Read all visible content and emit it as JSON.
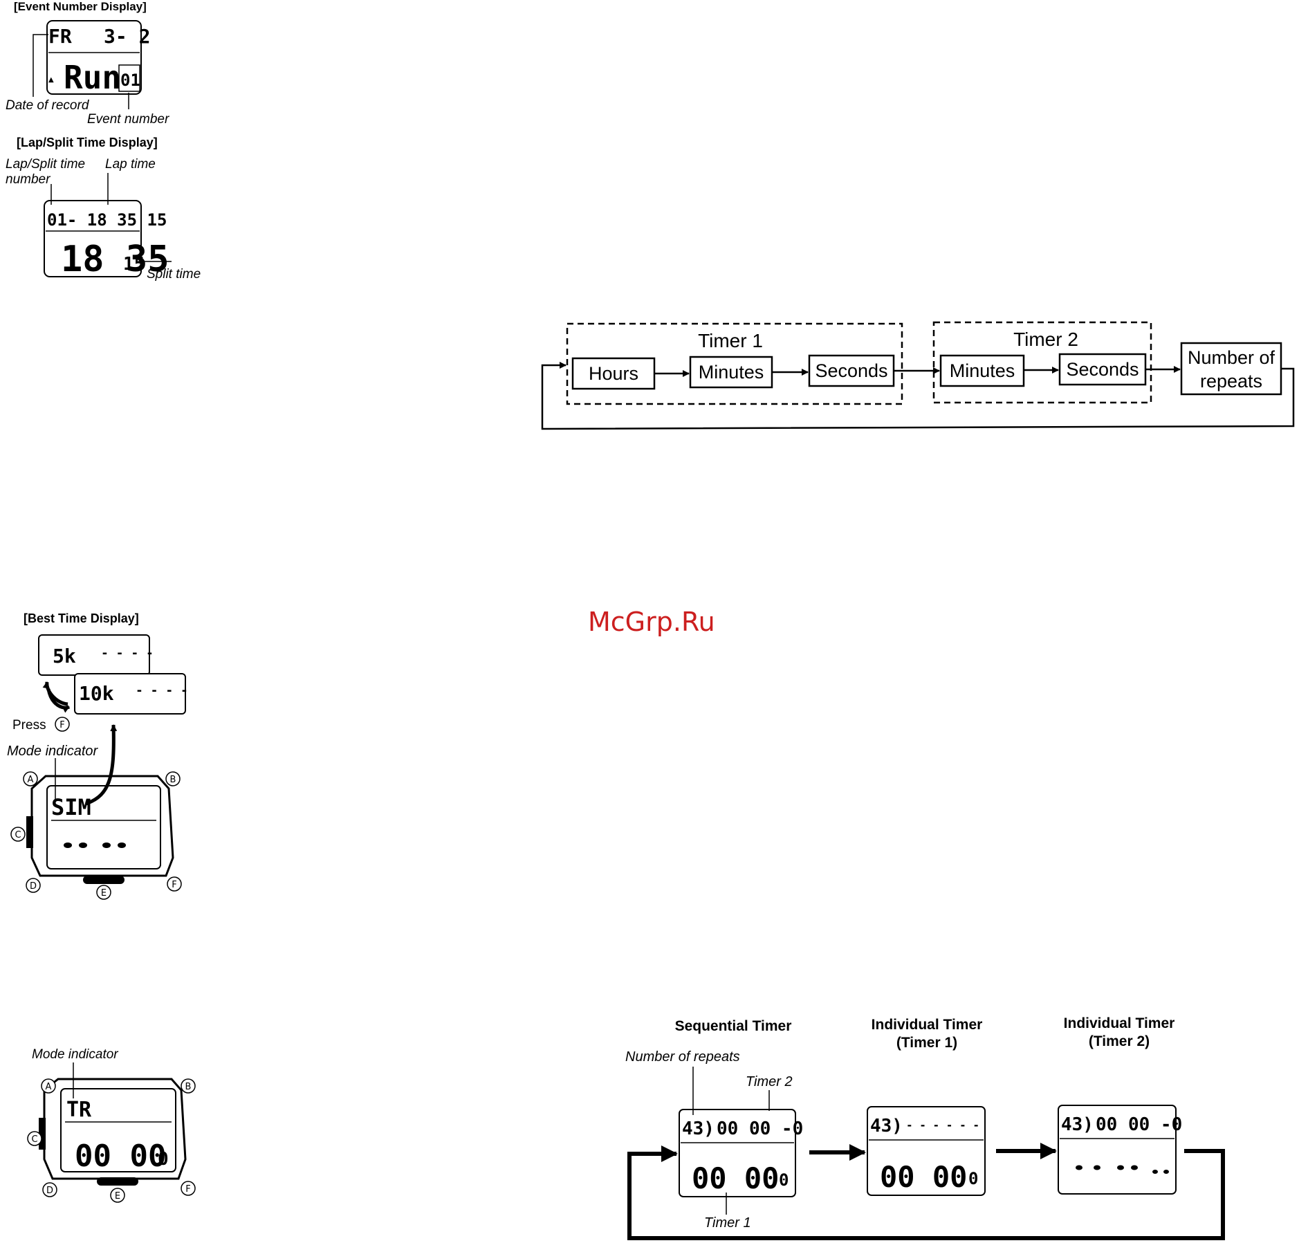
{
  "event_number_display": {
    "title": "[Event Number Display]",
    "lcd_top_left": "FR",
    "lcd_top_right": "3- 2",
    "lcd_bottom": "Run",
    "lcd_event": "01",
    "callout_date": "Date of record",
    "callout_event": "Event number"
  },
  "lap_split_display": {
    "title": "[Lap/Split Time Display]",
    "callout_number_line1": "Lap/Split time",
    "callout_number_line2": "number",
    "callout_lap": "Lap time",
    "callout_split": "Split time",
    "lcd_top": "01- 18 35 15",
    "lcd_bottom": "18 35",
    "lcd_bottom_small": "15"
  },
  "timer_flow": {
    "timer1_label": "Timer 1",
    "timer2_label": "Timer 2",
    "hours": "Hours",
    "minutes1": "Minutes",
    "seconds1": "Seconds",
    "minutes2": "Minutes",
    "seconds2": "Seconds",
    "repeats_line1": "Number of",
    "repeats_line2": "repeats"
  },
  "watermark": "McGrp.Ru",
  "best_time_display": {
    "title": "[Best Time Display]",
    "lcd_5k": "5k",
    "lcd_10k": "10k",
    "lcd_dashes": "- - - -",
    "press_label": "Press",
    "press_button": "F",
    "mode_indicator_label": "Mode indicator",
    "lcd_mode": "SIM"
  },
  "timer_mode_watch": {
    "mode_indicator_label": "Mode indicator",
    "lcd_mode": "TR",
    "lcd_bottom": "00 00",
    "lcd_bottom_small": "0"
  },
  "watch_buttons": [
    "A",
    "B",
    "C",
    "D",
    "E",
    "F"
  ],
  "timer_screens": {
    "sequential_title": "Sequential Timer",
    "individual1_line1": "Individual Timer",
    "individual1_line2": "(Timer 1)",
    "individual2_line1": "Individual Timer",
    "individual2_line2": "(Timer 2)",
    "callout_repeats": "Number of repeats",
    "callout_timer2": "Timer 2",
    "callout_timer1": "Timer 1",
    "lcd_repeat": "43)",
    "lcd_top": "00 00 -0",
    "lcd_bottom": "00 00",
    "lcd_bottom_small": "0",
    "lcd_dashes": "- - - - - -"
  }
}
